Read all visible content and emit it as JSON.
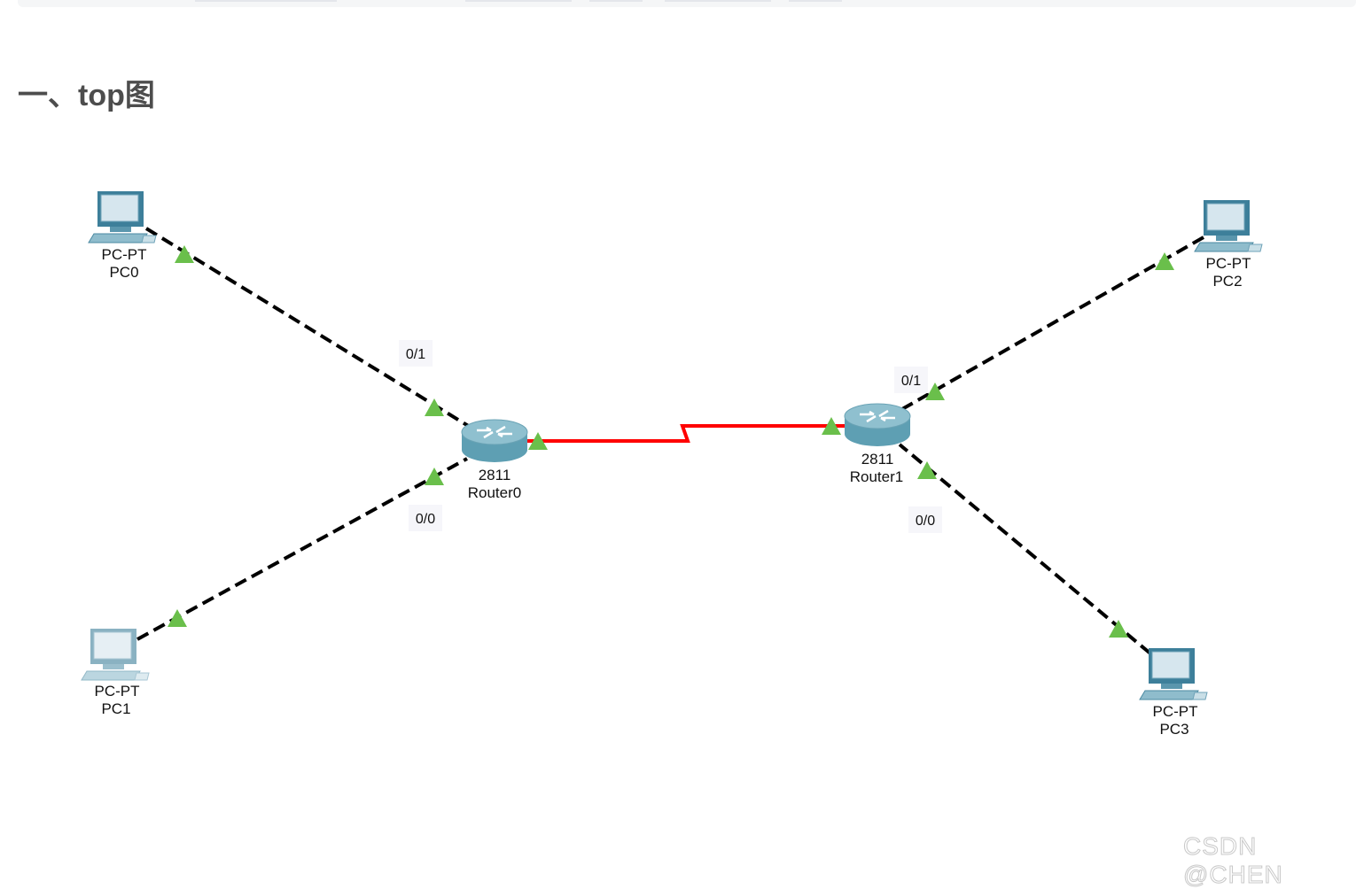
{
  "heading": "一、top图",
  "watermark": "CSDN @CHEN",
  "devices": {
    "pc0": {
      "model": "PC-PT",
      "name": "PC0"
    },
    "pc1": {
      "model": "PC-PT",
      "name": "PC1"
    },
    "pc2": {
      "model": "PC-PT",
      "name": "PC2"
    },
    "pc3": {
      "model": "PC-PT",
      "name": "PC3"
    },
    "router0": {
      "model": "2811",
      "name": "Router0"
    },
    "router1": {
      "model": "2811",
      "name": "Router1"
    }
  },
  "ports": {
    "r0_pc0": "0/1",
    "r0_pc1": "0/0",
    "r1_pc2": "0/1",
    "r1_pc3": "0/0"
  },
  "colors": {
    "serial_link": "#ff0000",
    "ethernet_link": "#000000",
    "link_up": "#6abf4b"
  }
}
